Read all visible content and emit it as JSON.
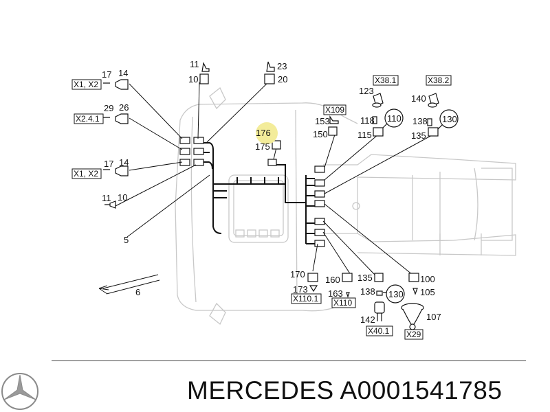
{
  "footer": {
    "brand": "MERCEDES",
    "part_number": "A0001541785"
  },
  "logo": {
    "icon": "mercedes-star-icon"
  },
  "highlight_color": "#f3ec9a",
  "labels": {
    "l_11a": "11",
    "l_10a": "10",
    "l_23": "23",
    "l_20": "20",
    "l_17a": "17",
    "l_14a": "14",
    "l_29": "29",
    "l_26": "26",
    "l_17b": "17",
    "l_14b": "14",
    "l_11b": "11",
    "l_10b": "10",
    "l_5": "5",
    "l_6": "6",
    "l_176": "176",
    "l_175": "175",
    "l_123": "123",
    "l_140": "140",
    "l_153": "153",
    "l_150": "150",
    "l_118": "118",
    "l_110a": "110",
    "l_115": "115",
    "l_138a": "138",
    "l_130a": "130",
    "l_135a": "135",
    "l_170": "170",
    "l_173": "173",
    "l_160": "160",
    "l_163": "163",
    "l_135b": "135",
    "l_100": "100",
    "l_138b": "138",
    "l_130b": "130",
    "l_105": "105",
    "l_142": "142",
    "l_107": "107"
  },
  "boxed": {
    "b_x1x2a": "X1, X2",
    "b_x241": "X2.4.1",
    "b_x1x2b": "X1, X2",
    "b_x381": "X38.1",
    "b_x382": "X38.2",
    "b_x109": "X109",
    "b_x1101": "X110.1",
    "b_x110": "X110",
    "b_x401": "X40.1",
    "b_x29": "X29"
  }
}
